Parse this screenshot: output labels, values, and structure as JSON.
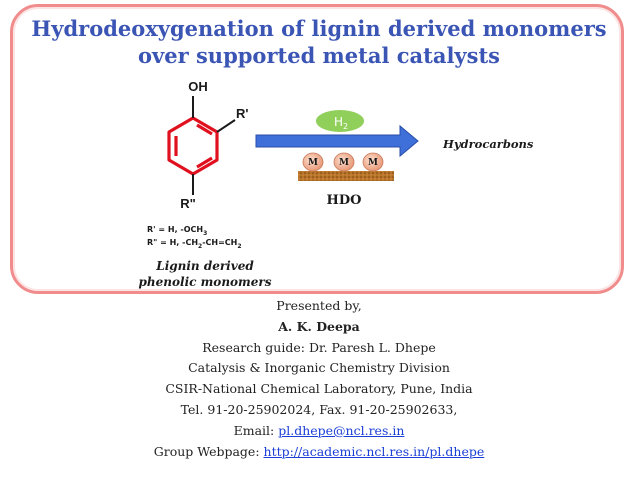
{
  "title": {
    "line1": "Hydrodeoxygenation of lignin derived monomers",
    "line2": "over supported metal catalysts"
  },
  "scheme": {
    "oh_label": "OH",
    "r1_label": "R'",
    "r2_label": "R\"",
    "h2_label": "H",
    "h2_sub": "2",
    "metal_labels": [
      "M",
      "M",
      "M"
    ],
    "hdo_label": "HDO",
    "product_label": "Hydrocarbons",
    "subst_r1": "R' = H, -OCH",
    "subst_r1_sub": "3",
    "subst_r2_a": "R\" = H, -CH",
    "subst_r2_sub1": "2",
    "subst_r2_b": "-CH=CH",
    "subst_r2_sub2": "2",
    "caption_line1": "Lignin derived",
    "caption_line2": "phenolic monomers",
    "colors": {
      "ring": "#e0101e",
      "arrow": "#3f6fd8",
      "h2_bubble": "#8fcf5a",
      "metal_fill": "#f4b89a",
      "support": "#a5661e"
    }
  },
  "info": {
    "presented_by": "Presented by,",
    "presenter": "A. K. Deepa",
    "guide": "Research guide: Dr. Paresh L. Dhepe",
    "division": "Catalysis & Inorganic Chemistry Division",
    "institute": "CSIR-National Chemical Laboratory, Pune, India",
    "phone": "Tel. 91-20-25902024, Fax. 91-20-25902633,",
    "email_prefix": "Email: ",
    "email": "pl.dhepe@ncl.res.in",
    "web_prefix": "Group Webpage: ",
    "web": "http://academic.ncl.res.in/pl.dhepe"
  }
}
